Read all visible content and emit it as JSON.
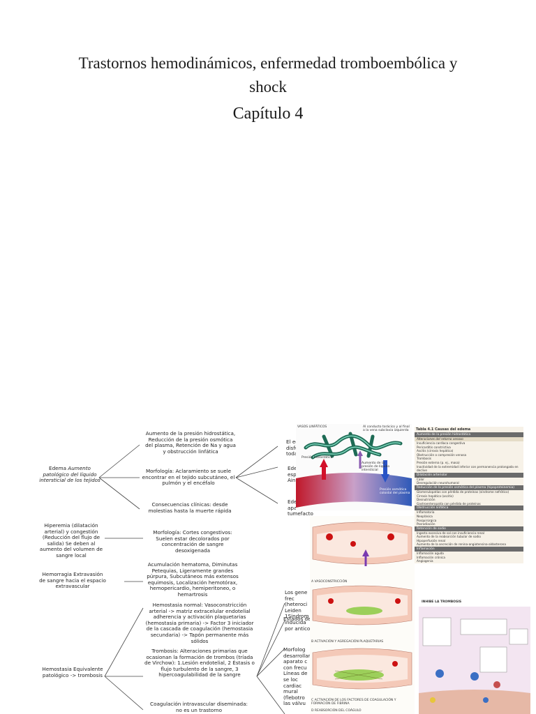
{
  "header": {
    "title_line1": "Trastornos hemodinámicos, enfermedad tromboembólica y",
    "title_line2": "shock",
    "chapter": "Capítulo 4"
  },
  "map": {
    "edema_root": {
      "label": "Edema",
      "desc": "Aumento patológico del líquido intersticial de los tejidos"
    },
    "edema_causes": "Aumento de la presión hidrostática, Reducción de la presión osmótica del plasma, Retención de Na y agua y obstrucción linfática",
    "edema_morph": "Morfología: Aclaramiento se suele encontrar en el tejido subcutáneo, el pulmón y el encéfalo",
    "edema_clin": "Consecuencias clínicas: desde molestias hasta la muerte rápida",
    "edema_right_1": "El ed disfunc todas",
    "edema_right_2": "Ede espum Ain",
    "edema_right_3": "Edem aparece tumefacto",
    "hyperemia_root": "Hiperemia (dilatación arterial) y congestión (Reducción del flujo de salida) Se deben al aumento del volumen de sangre local",
    "hyperemia_morph": "Morfología: Cortes congestivos: Suelen estar decolorados por concentración de sangre desoxigenada",
    "hemorrhage_root": "Hemorragia Extravasión de sangre hacia el espacio extravascular",
    "hemorrhage_desc": "Acumulación hematoma, Diminutas Petequias, Ligeramente grandes púrpura, Subcutáneos más extensos equimosis, Localización hemotórax, hemopericardio, hemiperitoneo, o hemartrosis",
    "hemostasis_root": "Hemostasia Equivalente patológico -> trombosis",
    "hemostasis_normal": "Hemostasia normal: Vasoconstricción arterial -> matriz extracelular endotelial adherencia y activación plaquetarias (hemostasia primaria) -> Factor 3 iniciador de la cascada de coagulación (hemostasia secundaria) -> Tapón permanente más sólidos",
    "thrombosis": "Trombosis: Alteraciones primarias que ocasionan la formación de trombos (tríada de Virchow): 1.Lesión endotelial, 2 Éstasis o flujo turbulento de la sangre, 3 hipercoagulabilidad de la sangre",
    "cid": "Coagulación intravascular diseminada: no es un trastorno",
    "right_genes": "Los gene frec (heteroci Leiden 1Sindrom inducida por antico",
    "right_estados": "Estados de",
    "right_morph": "Morfolog desarrollar aparato c con frecu Líneas de se loc cardiac mural (flebotro las válvu"
  },
  "figure_labels": {
    "lymph_title": "VASOS LINFÁTICOS",
    "lymph_note": "Al conducto torácico y al final a la vena subclavia izquierda",
    "arrow_left": "Presión hidrostática",
    "arrow_mid": "Aumento de la presión de líquido intersticial",
    "arrow_right": "Presión osmótica coloidal del plasma",
    "vaso_a": "A VASOCONSTRICCIÓN",
    "vaso_b": "B ACTIVACIÓN Y AGREGACIÓN PLAQUETARIAS",
    "vaso_c": "C ACTIVACIÓN DE LOS FACTORES DE COAGULACIÓN Y FORMACIÓN DE FIBRINA",
    "vaso_d": "D REABSORCIÓN DEL COÁGULO",
    "thrombo_title": "INHIBE LA TROMBOSIS"
  },
  "table": {
    "caption": "Tabla 4.1 Causas del edema",
    "sections": [
      {
        "header": "Aumento de la presión hidrostática",
        "sub": "Alteraciones del retorno venoso",
        "rows": [
          "Insuficiencia cardíaca congestiva",
          "Pericarditis constrictiva",
          "Ascitis (cirrosis hepática)",
          "Obstrucción o compresión venosa",
          "Trombosis",
          "Presión externa (p. ej., masa)",
          "Inactividad de la extremidad inferior con permanencia prolongada en declive"
        ]
      },
      {
        "header": "Dilatación arteriolar",
        "sub": "",
        "rows": [
          "Calor",
          "Desregulación neurohumoral"
        ]
      },
      {
        "header": "Reducción de la presión osmótica del plasma (hipoproteinemia)",
        "sub": "",
        "rows": [
          "Glomerulopatías con pérdida de proteínas (síndrome nefrótico)",
          "Cirrosis hepática (ascitis)",
          "Desnutrición",
          "Gastroenteropatía con pérdida de proteínas"
        ]
      },
      {
        "header": "Obstrucción linfática",
        "sub": "",
        "rows": [
          "Inflamatoria",
          "Neoplásica",
          "Posquirúrgica",
          "Posradiación"
        ]
      },
      {
        "header": "Retención de sodio",
        "sub": "",
        "rows": [
          "Ingesta excesiva de sal con insuficiencia renal",
          "Aumento de la reabsorción tubular de sodio",
          "Hipoperfusión renal",
          "Aumento de la secreción de renina-angiotensina-aldosterona"
        ]
      },
      {
        "header": "Inflamación",
        "sub": "",
        "rows": [
          "Inflamación aguda",
          "Inflamación crónica",
          "Angiogenia"
        ]
      }
    ]
  }
}
